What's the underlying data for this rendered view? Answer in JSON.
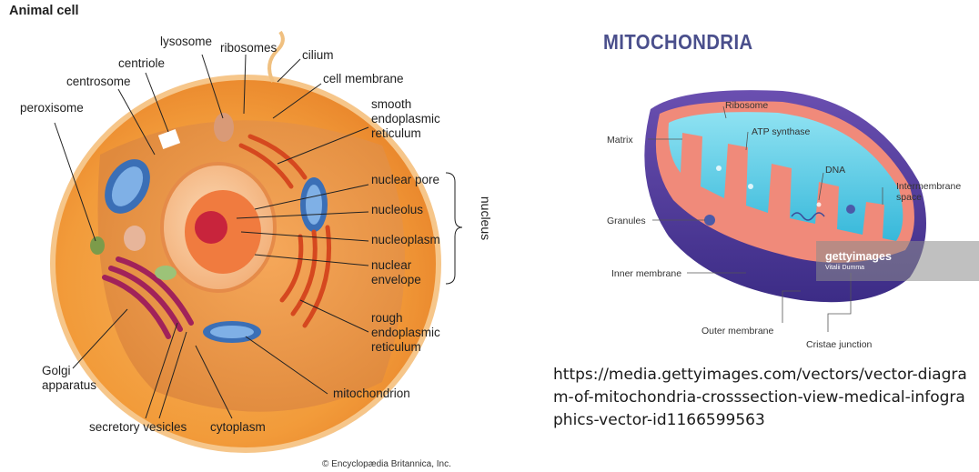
{
  "animal_cell": {
    "title": "Animal cell",
    "labels": {
      "lysosome": "lysosome",
      "ribosomes": "ribosomes",
      "cilium": "cilium",
      "centriole": "centriole",
      "cell_membrane": "cell membrane",
      "centrosome": "centrosome",
      "peroxisome": "peroxisome",
      "smooth_er": "smooth\nendoplasmic\nreticulum",
      "nuclear_pore": "nuclear pore",
      "nucleolus": "nucleolus",
      "nucleoplasm": "nucleoplasm",
      "nuclear_envelope": "nuclear\nenvelope",
      "nucleus_group": "nucleus",
      "rough_er": "rough\nendoplasmic\nreticulum",
      "golgi": "Golgi\napparatus",
      "mitochondrion": "mitochondrion",
      "secretory_vesicles": "secretory vesicles",
      "cytoplasm": "cytoplasm"
    },
    "copyright": "© Encyclopædia Britannica, Inc."
  },
  "mitochondria": {
    "title": "MITOCHONDRIA",
    "labels": {
      "ribosome": "Ribosome",
      "matrix": "Matrix",
      "atp_synthase": "ATP synthase",
      "dna": "DNA",
      "intermembrane_space": "Intermembrane\nspace",
      "granules": "Granules",
      "inner_membrane": "Inner membrane",
      "outer_membrane": "Outer membrane",
      "cristae_junction": "Cristae junction"
    },
    "watermark": {
      "logo": "gettyimages",
      "credit": "Vitalii Dumma"
    }
  },
  "source_url": "https://media.gettyimages.com/vectors/vector-diagram-of-mitochondria-crosssection-view-medical-infographics-vector-id1166599563"
}
